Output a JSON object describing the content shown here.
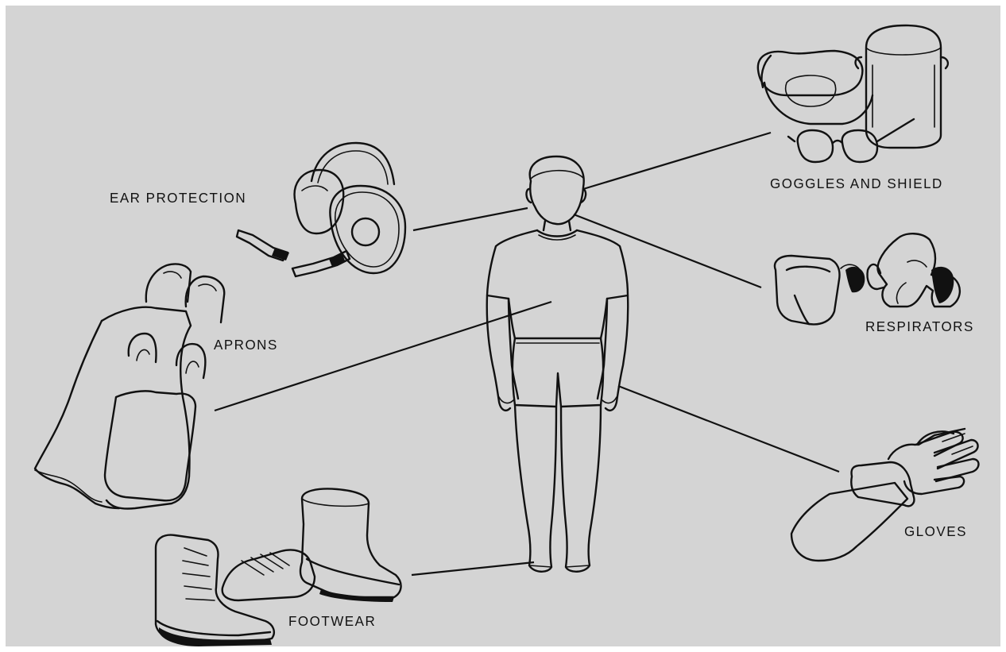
{
  "labels": {
    "ear_protection": "EAR PROTECTION",
    "goggles_and_shield": "GOGGLES AND SHIELD",
    "aprons": "APRONS",
    "respirators": "RESPIRATORS",
    "gloves": "GLOVES",
    "footwear": "FOOTWEAR"
  },
  "icons": {
    "figure": "human-figure",
    "ear_protection": "earmuffs-icon",
    "goggles": "goggles-and-face-shield-icon",
    "respirator": "respirator-mask-icon",
    "aprons": "apron-icon",
    "gloves": "glove-icon",
    "footwear": "boots-icon"
  },
  "colors": {
    "background": "#d4d4d4",
    "ink": "#111111"
  }
}
